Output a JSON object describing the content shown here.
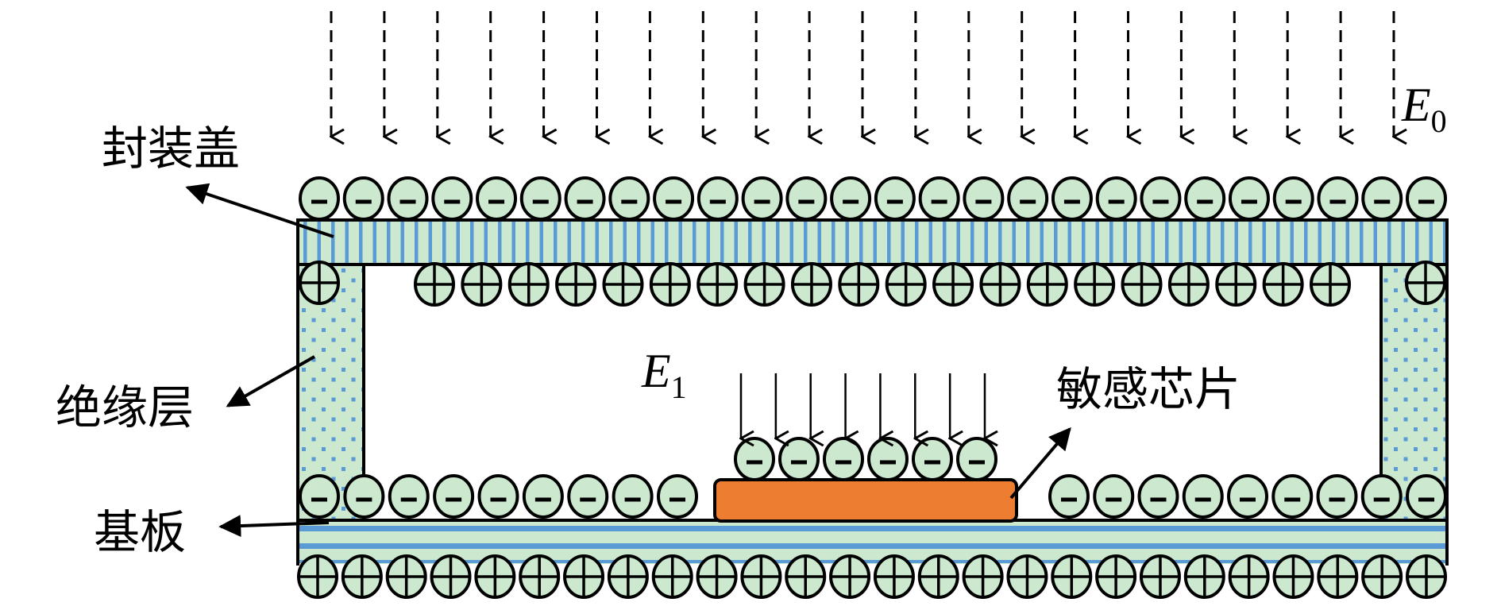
{
  "title": "Packaged sensor charge distribution diagram",
  "labels": {
    "cover": "封装盖",
    "insulator": "绝缘层",
    "substrate": "基板",
    "chip": "敏感芯片",
    "field_outer": {
      "symbol": "E",
      "subscript": "0"
    },
    "field_inner": {
      "symbol": "E",
      "subscript": "1"
    }
  },
  "charges": {
    "negative_symbol": "−",
    "positive_symbol": "+",
    "cover_top_negative_count": 26,
    "cover_bottom_positive_count": 22,
    "substrate_top_negative_left_count": 9,
    "substrate_top_negative_right_count": 9,
    "chip_top_negative_count": 6,
    "substrate_bottom_positive_count": 26
  },
  "field_lines": {
    "outer_count": 21,
    "outer_style": "dashed",
    "inner_count": 8,
    "inner_style": "solid",
    "direction": "down"
  },
  "colors": {
    "charge_fill": "#cce8cf",
    "layer_fill": "#cce8cf",
    "pattern_blue": "#5b9bd5",
    "chip_fill": "#ed7d31",
    "stroke": "#000000"
  }
}
